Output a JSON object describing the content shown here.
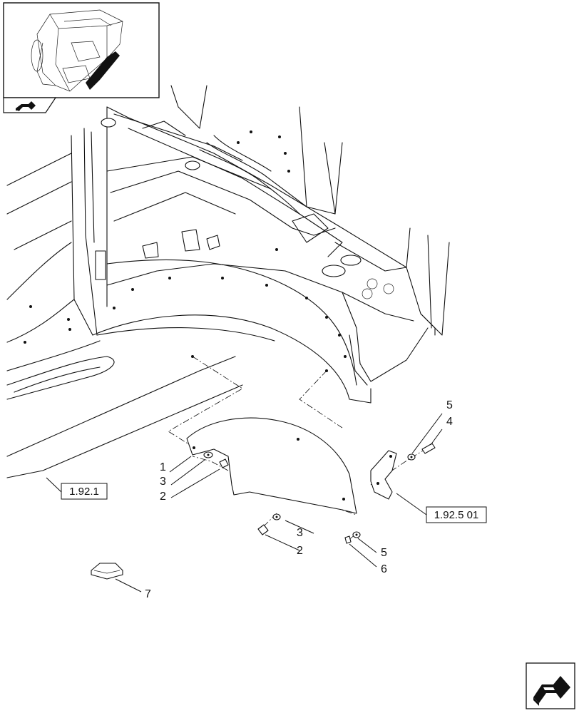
{
  "callouts": {
    "c1": "1",
    "c2a": "2",
    "c2b": "2",
    "c3a": "3",
    "c3b": "3",
    "c4": "4",
    "c5a": "5",
    "c5b": "5",
    "c6": "6",
    "c7": "7"
  },
  "references": {
    "ref_left": "1.92.1",
    "ref_right": "1.92.5 01"
  },
  "icons": {
    "thumbnail": "cab-locator-thumbnail",
    "view_tab": "view-arrow-icon",
    "navigate": "navigation-arrow-icon"
  }
}
